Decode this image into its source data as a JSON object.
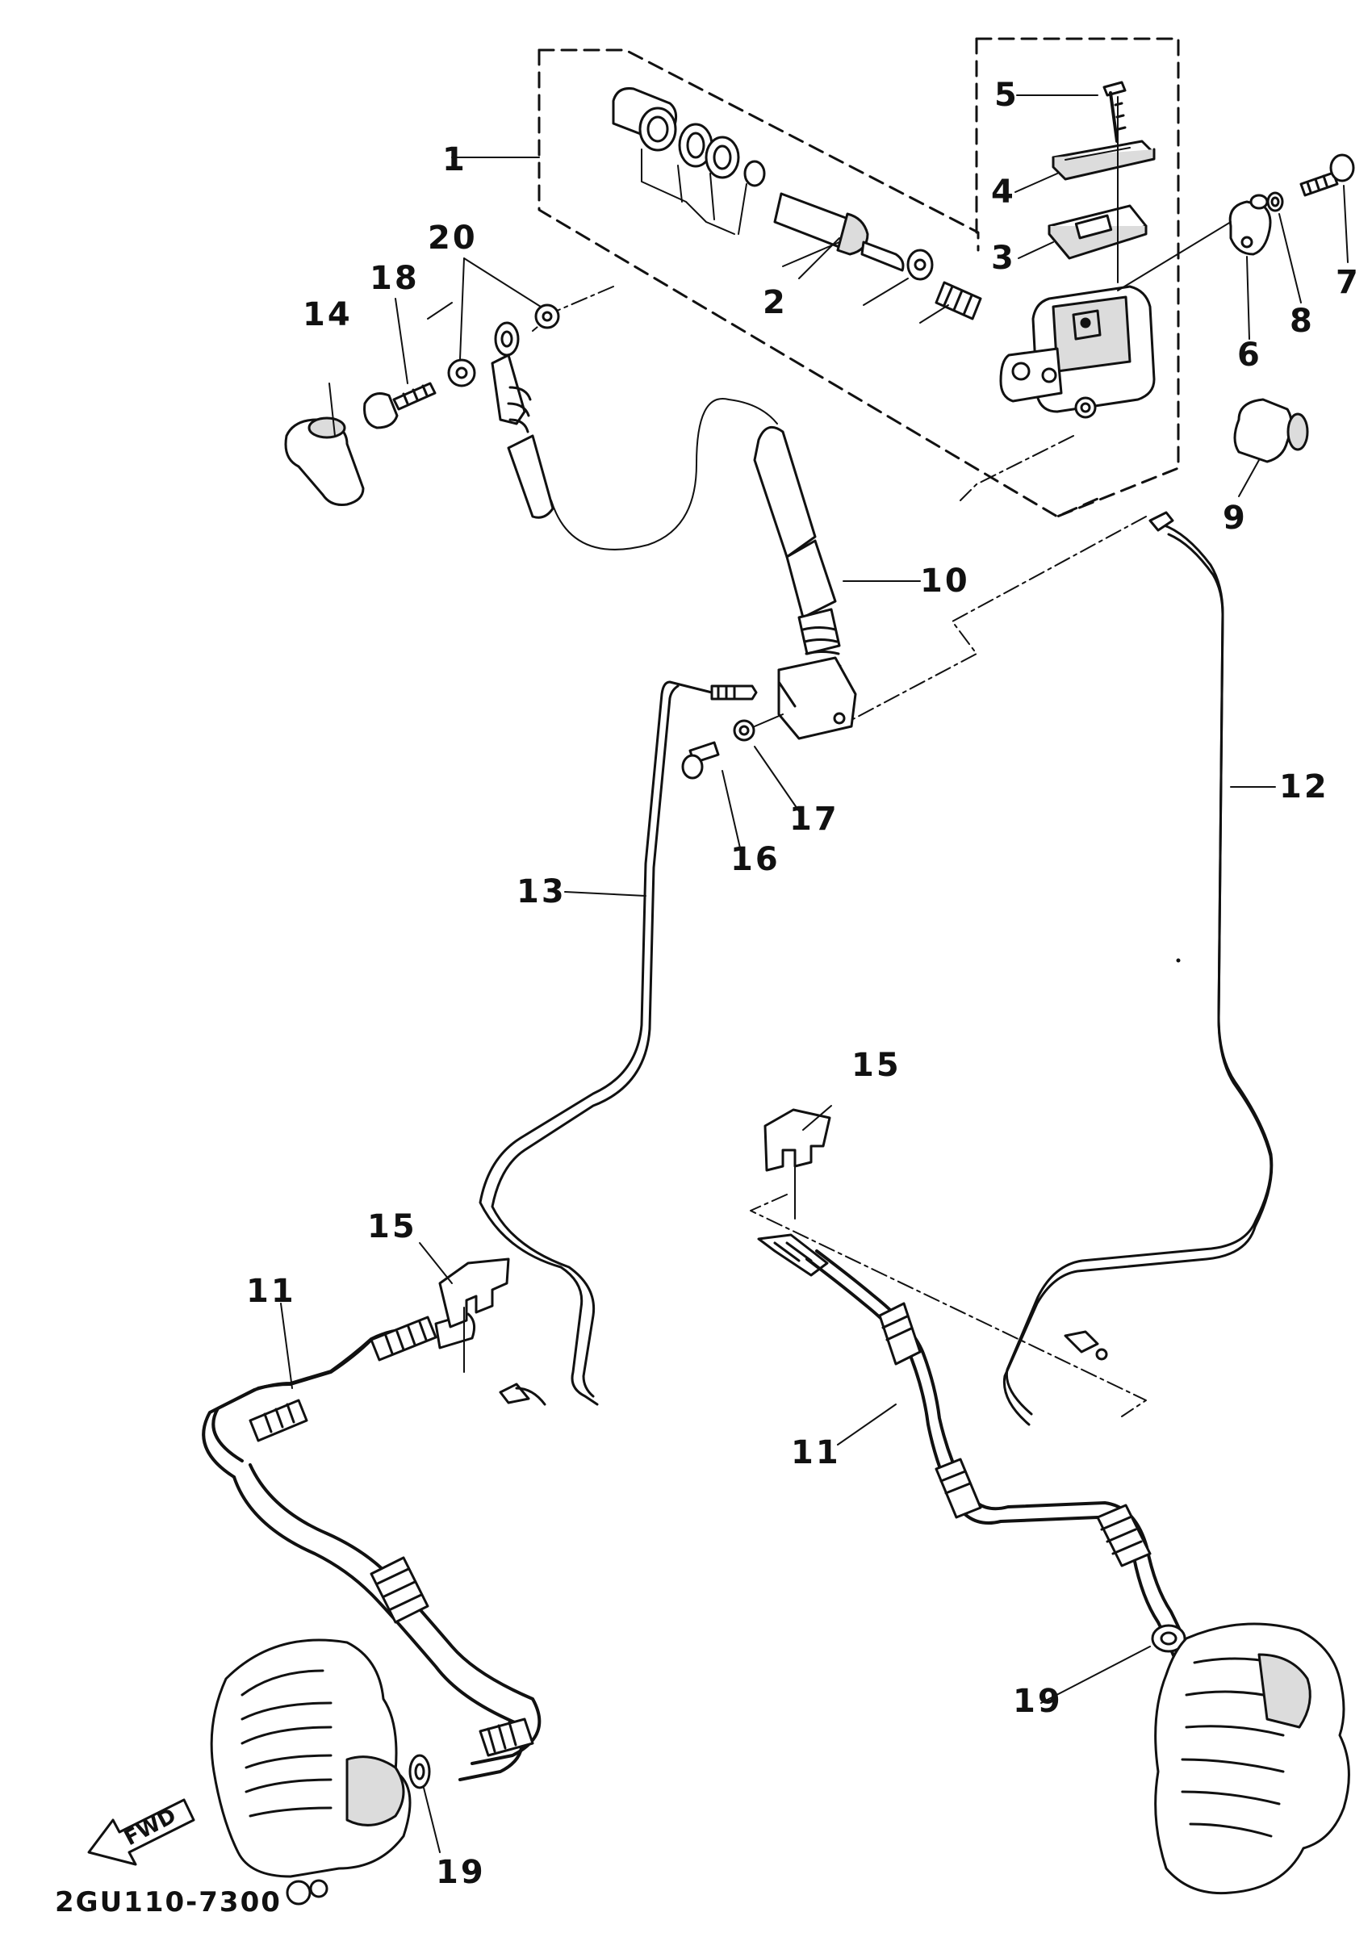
{
  "diagram": {
    "code": "2GU110-7300",
    "fwd_label": "FWD",
    "part_labels": [
      {
        "id": "p1",
        "text": "1"
      },
      {
        "id": "p2",
        "text": "2"
      },
      {
        "id": "p3",
        "text": "3"
      },
      {
        "id": "p4",
        "text": "4"
      },
      {
        "id": "p5",
        "text": "5"
      },
      {
        "id": "p6",
        "text": "6"
      },
      {
        "id": "p7",
        "text": "7"
      },
      {
        "id": "p8",
        "text": "8"
      },
      {
        "id": "p9",
        "text": "9"
      },
      {
        "id": "p10",
        "text": "10"
      },
      {
        "id": "p11a",
        "text": "11"
      },
      {
        "id": "p11b",
        "text": "11"
      },
      {
        "id": "p12",
        "text": "12"
      },
      {
        "id": "p13",
        "text": "13"
      },
      {
        "id": "p14",
        "text": "14"
      },
      {
        "id": "p15a",
        "text": "15"
      },
      {
        "id": "p15b",
        "text": "15"
      },
      {
        "id": "p16",
        "text": "16"
      },
      {
        "id": "p17",
        "text": "17"
      },
      {
        "id": "p18",
        "text": "18"
      },
      {
        "id": "p19a",
        "text": "19"
      },
      {
        "id": "p19b",
        "text": "19"
      },
      {
        "id": "p20",
        "text": "20"
      }
    ]
  },
  "colors": {
    "ink": "#111111",
    "paper": "#ffffff",
    "shade": "#dcdcdc"
  }
}
